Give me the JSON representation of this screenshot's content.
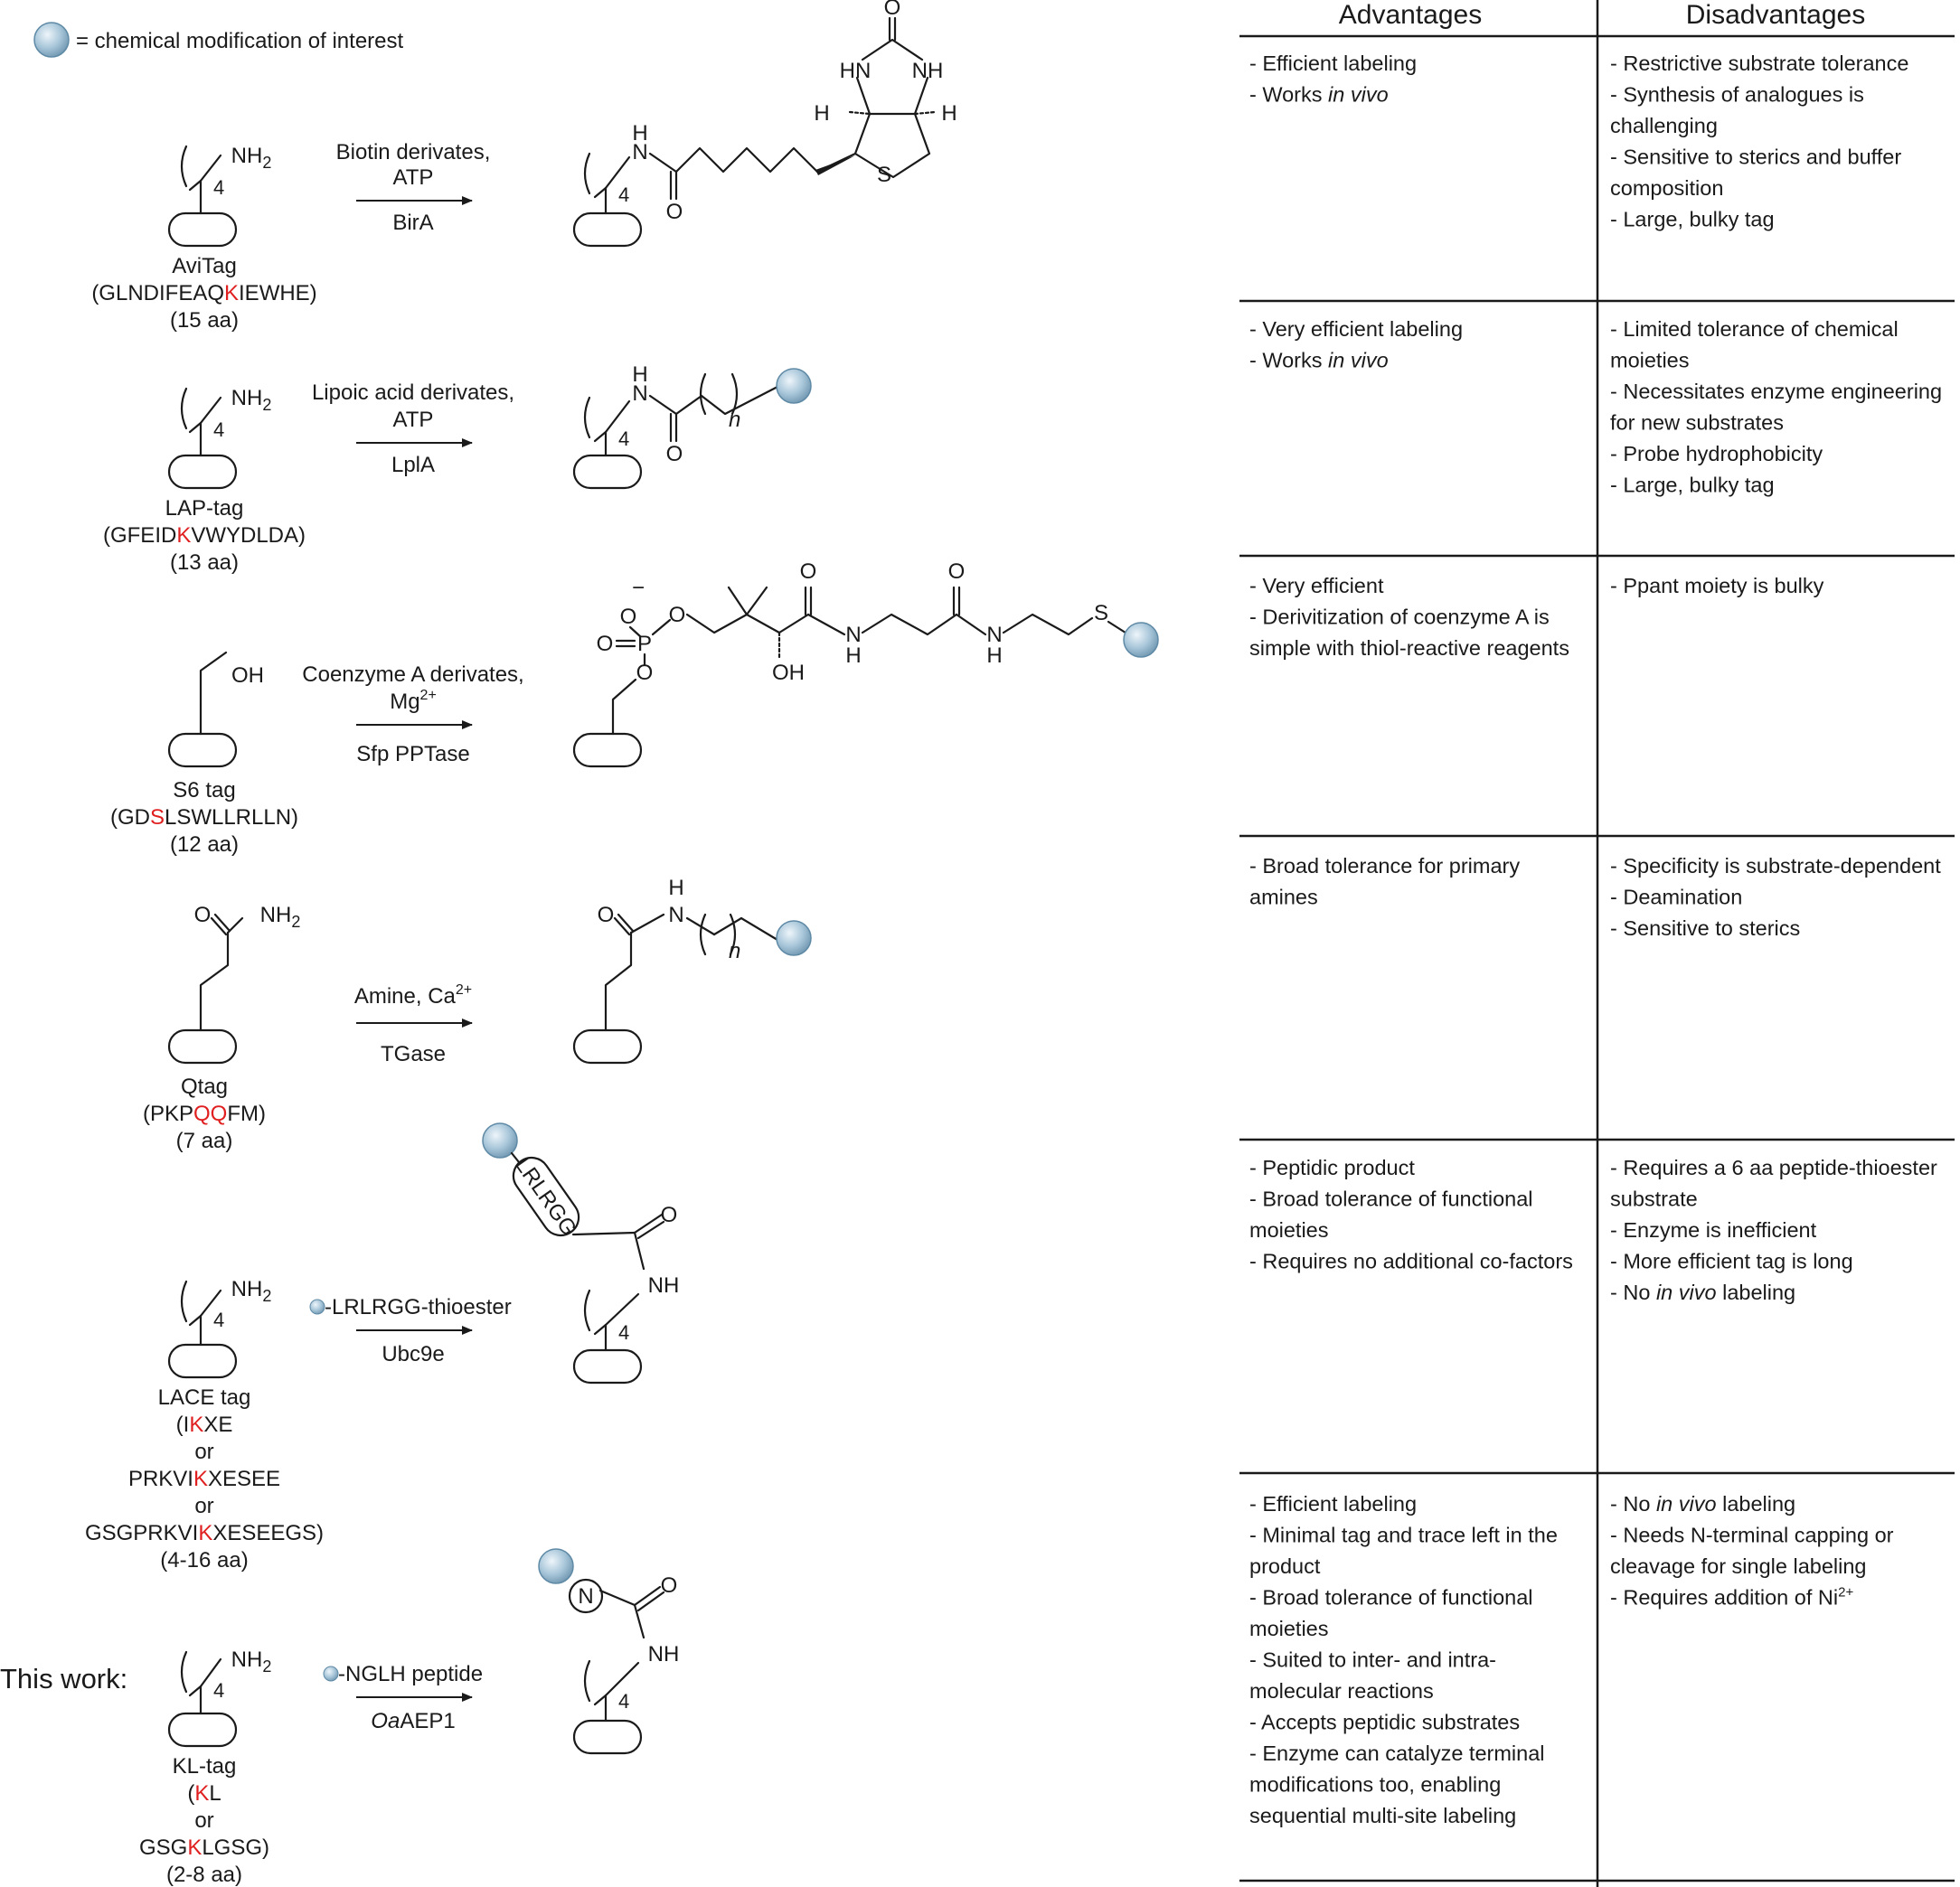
{
  "legend": {
    "text": "= chemical modification of interest"
  },
  "table": {
    "headers": {
      "advantages": "Advantages",
      "disadvantages": "Disadvantages"
    },
    "rows": [
      {
        "advantages": [
          [
            "- Efficient labeling"
          ],
          [
            "- Works ",
            "in vivo"
          ]
        ],
        "disadvantages": [
          [
            "- Restrictive substrate tolerance"
          ],
          [
            "- Synthesis of analogues is"
          ],
          [
            "  challenging"
          ],
          [
            "- Sensitive to sterics and buffer"
          ],
          [
            "  composition"
          ],
          [
            "- Large, bulky tag"
          ]
        ]
      },
      {
        "advantages": [
          [
            "- Very efficient labeling"
          ],
          [
            "- Works ",
            "in vivo"
          ]
        ],
        "disadvantages": [
          [
            "- Limited tolerance of chemical"
          ],
          [
            "  moieties"
          ],
          [
            "- Necessitates enzyme engineering"
          ],
          [
            "  for new substrates"
          ],
          [
            "- Probe hydrophobicity"
          ],
          [
            "- Large, bulky tag"
          ]
        ]
      },
      {
        "advantages": [
          [
            "- Very efficient"
          ],
          [
            "- Derivitization of coenzyme A is"
          ],
          [
            "  simple with thiol-reactive reagents"
          ]
        ],
        "disadvantages": [
          [
            "- Ppant moiety is bulky"
          ]
        ]
      },
      {
        "advantages": [
          [
            "- Broad tolerance for primary"
          ],
          [
            "  amines"
          ]
        ],
        "disadvantages": [
          [
            "- Specificity is substrate-dependent"
          ],
          [
            "- Deamination"
          ],
          [
            "- Sensitive to sterics"
          ]
        ]
      },
      {
        "advantages": [
          [
            "- Peptidic product"
          ],
          [
            "- Broad tolerance of functional"
          ],
          [
            "  moieties"
          ],
          [
            "- Requires no additional co-factors"
          ]
        ],
        "disadvantages": [
          [
            "- Requires a 6 aa peptide-thioester"
          ],
          [
            "  substrate"
          ],
          [
            "- Enzyme is inefficient"
          ],
          [
            "- More efficient tag is long"
          ],
          [
            "- No ",
            "in vivo",
            " labeling"
          ]
        ]
      },
      {
        "advantages": [
          [
            "- Efficient labeling"
          ],
          [
            "- Minimal tag and trace left in the"
          ],
          [
            "  product"
          ],
          [
            "- Broad tolerance of functional"
          ],
          [
            "  moieties"
          ],
          [
            "- Suited to inter- and intra-"
          ],
          [
            "  molecular reactions"
          ],
          [
            "- Accepts peptidic substrates"
          ],
          [
            "- Enzyme can catalyze terminal"
          ],
          [
            "  modifications too, enabling"
          ],
          [
            "  sequential multi-site labeling"
          ]
        ],
        "disadvantages": [
          [
            "- No ",
            "in vivo",
            " labeling"
          ],
          [
            "- Needs N-terminal capping or"
          ],
          [
            "  cleavage for single labeling"
          ],
          [
            "- Requires addition of Ni",
            "2+"
          ]
        ]
      }
    ]
  },
  "reactions": [
    {
      "tag_name": "AviTag",
      "sequence": [
        "(GLNDIFEAQ",
        "K",
        "IEWHE)"
      ],
      "length": "(15 aa)",
      "reagent": [
        "Biotin derivates,",
        "ATP"
      ],
      "enzyme": "BirA"
    },
    {
      "tag_name": "LAP-tag",
      "sequence": [
        "(GFEID",
        "K",
        "VWYDLDA)"
      ],
      "length": "(13 aa)",
      "reagent": [
        "Lipoic acid derivates,",
        "ATP"
      ],
      "enzyme": "LplA"
    },
    {
      "tag_name": "S6 tag",
      "sequence": [
        "(GD",
        "S",
        "LSWLLRLLN)"
      ],
      "length": "(12 aa)",
      "reagent": [
        "Coenzyme A derivates,",
        "Mg",
        "2+"
      ],
      "enzyme": "Sfp PPTase"
    },
    {
      "tag_name": "Qtag",
      "sequence": [
        "(PKP",
        "QQ",
        "FM)"
      ],
      "length": "(7 aa)",
      "reagent": [
        "Amine, Ca",
        "2+"
      ],
      "enzyme": "TGase"
    },
    {
      "tag_name": "LACE tag",
      "sequence_lines": [
        [
          "(I",
          "K",
          "XE"
        ],
        [
          "or"
        ],
        [
          "PRKVI",
          "K",
          "XESEE"
        ],
        [
          "or"
        ],
        [
          "GSGPRKVI",
          "K",
          "XESEEGS)"
        ]
      ],
      "length": "(4-16 aa)",
      "reagent": [
        "-LRLRGG-thioester"
      ],
      "enzyme": "Ubc9e",
      "peptide_label": "LRLRGG"
    },
    {
      "prefix": "This work:",
      "tag_name": "KL-tag",
      "sequence_lines": [
        [
          "(",
          "K",
          "L"
        ],
        [
          "or"
        ],
        [
          "GSG",
          "K",
          "LGSG)"
        ]
      ],
      "length": "(2-8 aa)",
      "reagent": [
        "-NGLH peptide"
      ],
      "enzyme_italic": "Oa",
      "enzyme_rest": "AEP1",
      "peptide_label": "N"
    }
  ],
  "atoms": {
    "NH2": "NH",
    "two": "2",
    "four": "4",
    "n": "n",
    "N": "N",
    "H": "H",
    "O": "O",
    "OH": "OH",
    "S": "S",
    "P": "P",
    "HN": "HN",
    "NH": "NH",
    "minus": "−"
  },
  "colors": {
    "bead": "#9cbdd1",
    "bead_edge": "#5f8aa6",
    "highlight": "#e02020",
    "line": "#1a1a1a"
  }
}
